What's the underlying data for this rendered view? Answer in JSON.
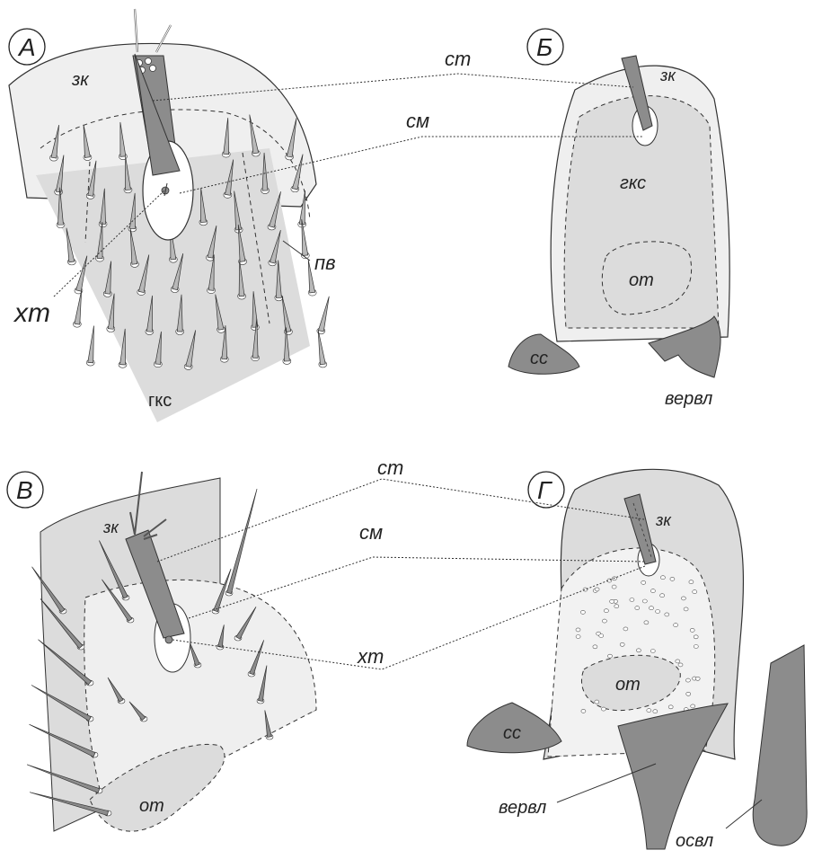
{
  "panels": {
    "a": {
      "letter": "A"
    },
    "b": {
      "letter": "Б"
    },
    "v": {
      "letter": "В"
    },
    "g": {
      "letter": "Г"
    }
  },
  "labels": {
    "zk": "зк",
    "st": "ст",
    "sm": "см",
    "xt": "хт",
    "pv": "пв",
    "gks_upper": "гкс",
    "gks_lower": "гкс",
    "ot": "от",
    "ss": "сс",
    "vervl": "вервл",
    "osvl": "освл"
  },
  "colors": {
    "outline": "#333333",
    "light_fill": "#efefef",
    "mid_fill": "#dcdcdc",
    "dark_fill": "#8c8c8c",
    "white": "#ffffff"
  }
}
